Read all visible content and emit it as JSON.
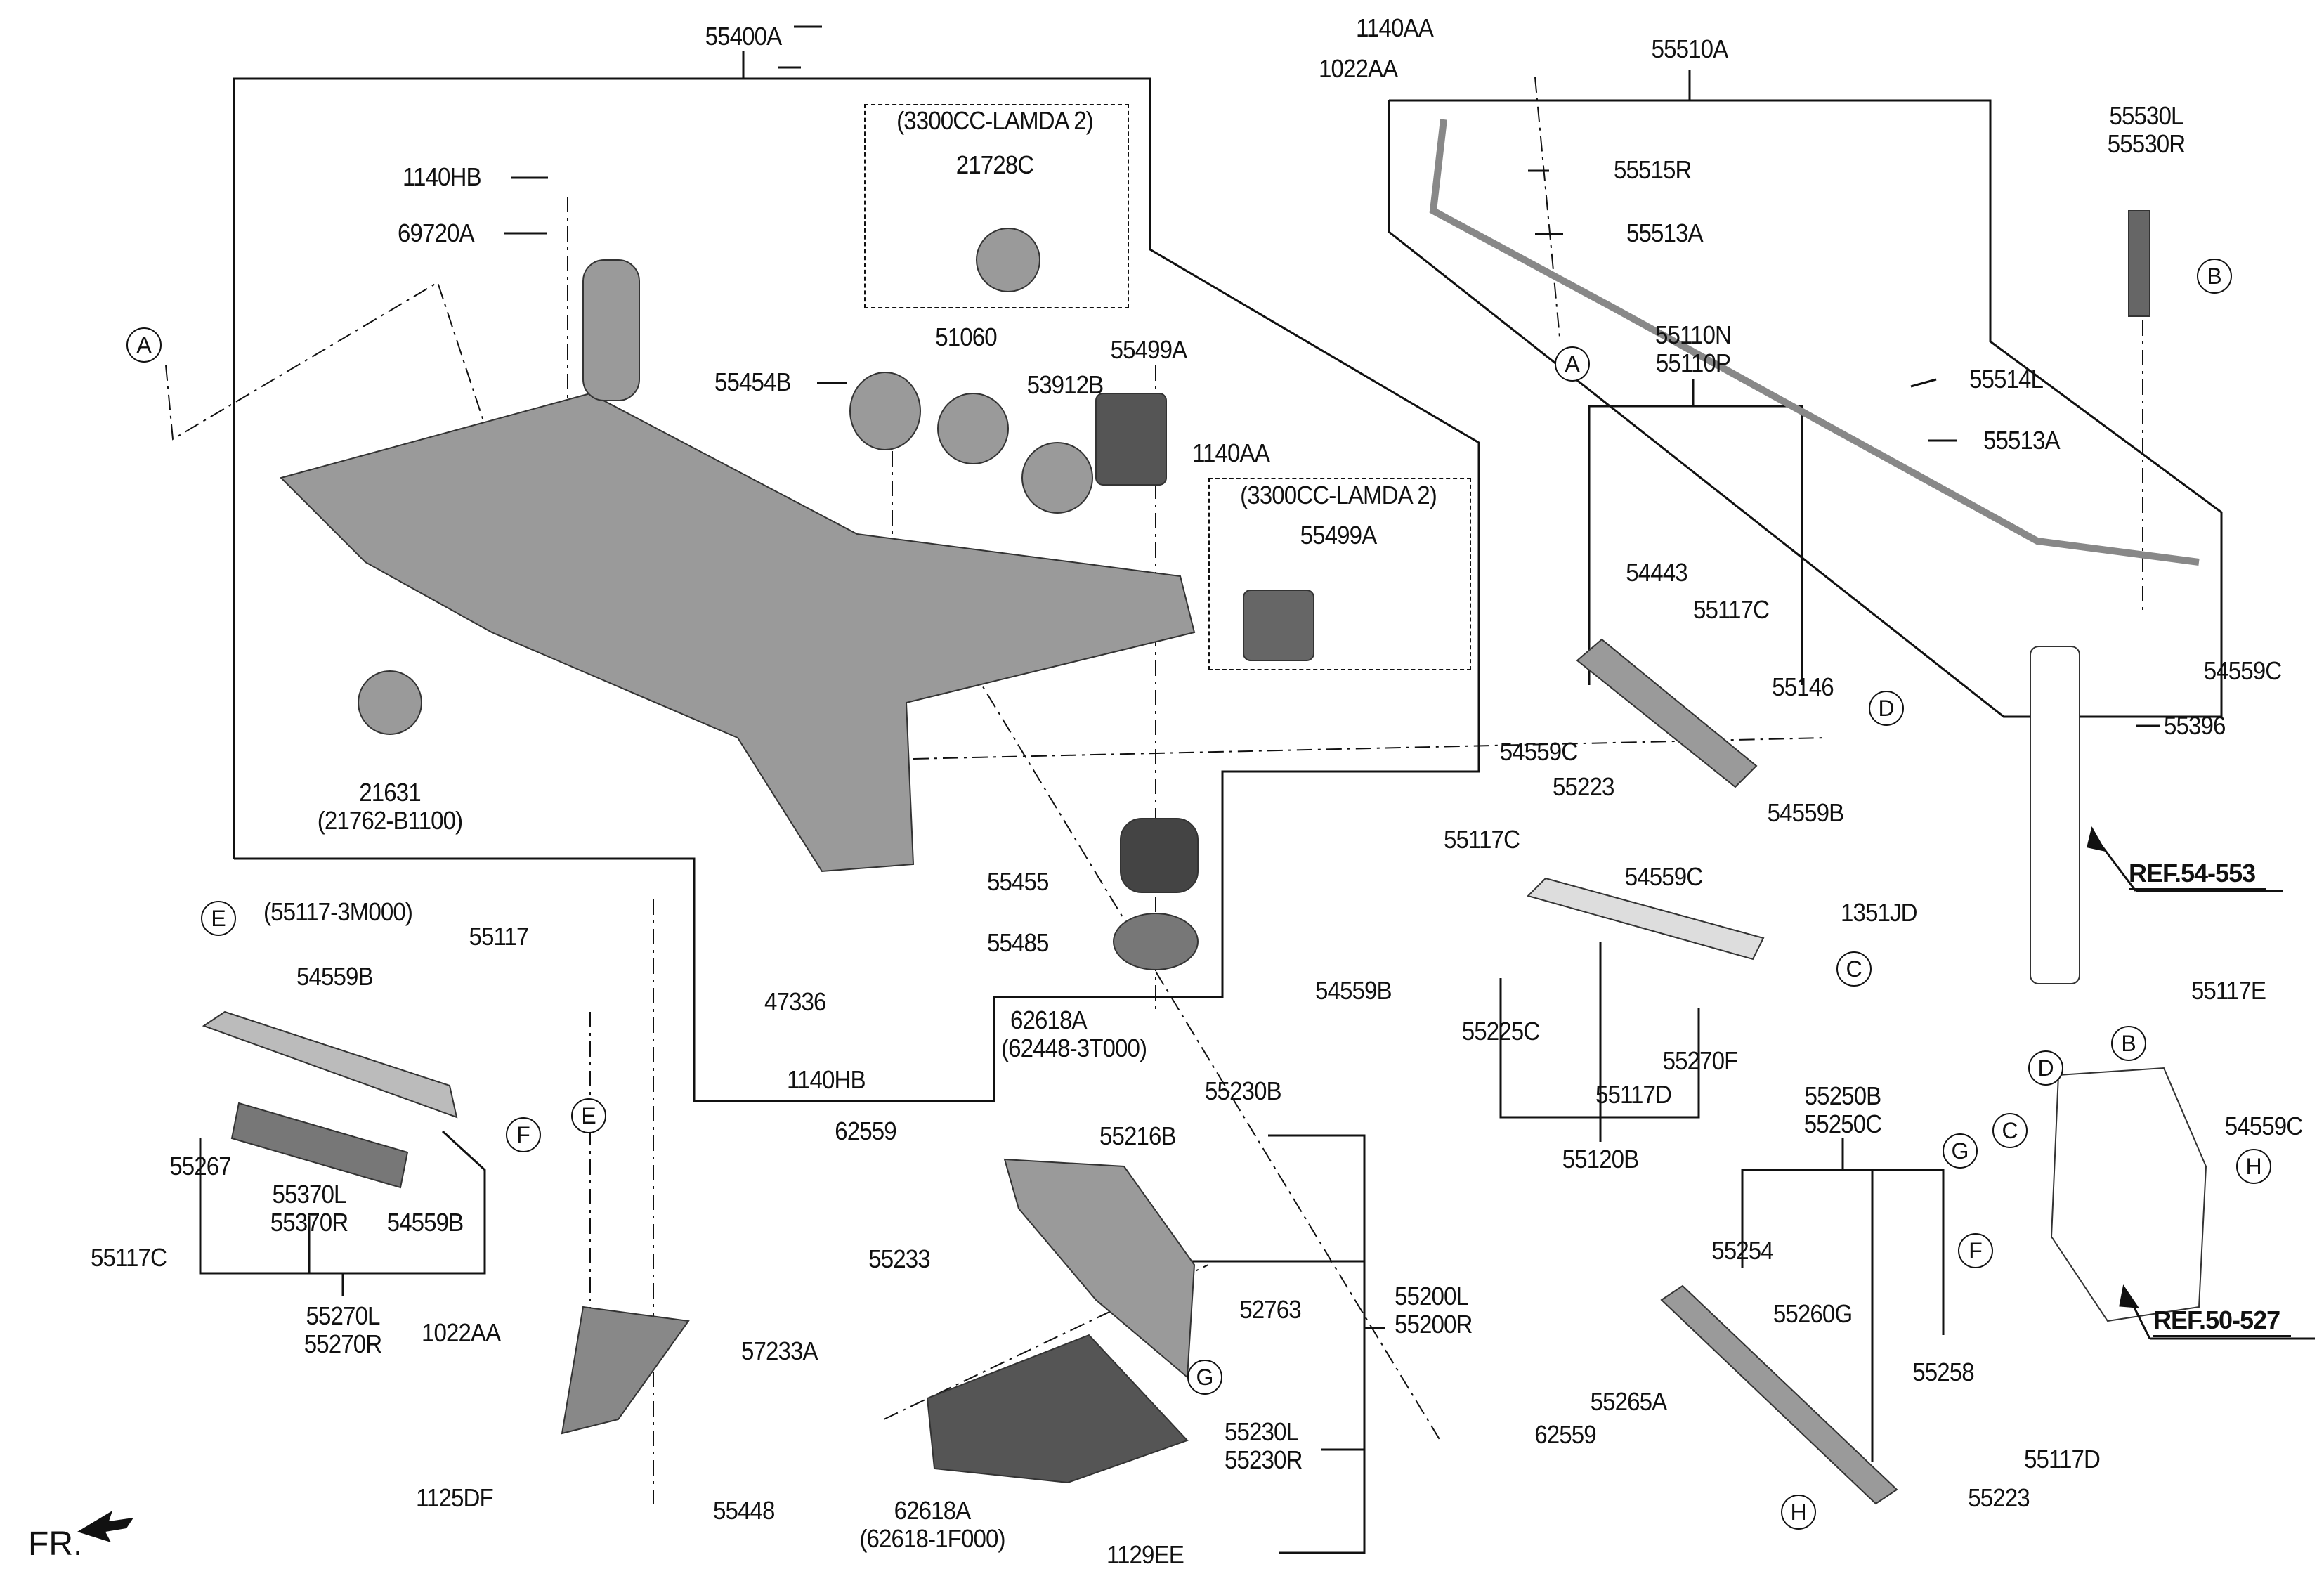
{
  "diagram": {
    "title": "Rear Suspension Crossmember / Control Arms",
    "front_indicator": "FR.",
    "references": [
      "REF.54-553",
      "REF.50-527"
    ],
    "callouts": [
      "A",
      "A",
      "B",
      "B",
      "C",
      "C",
      "D",
      "D",
      "E",
      "E",
      "F",
      "F",
      "G",
      "G",
      "H",
      "H"
    ],
    "variant_box_label": "(3300CC-LAMDA 2)",
    "labels": {
      "p55400A": "55400A",
      "p1140HB_top": "1140HB",
      "p69720A": "69720A",
      "p21728C": "21728C",
      "p51060": "51060",
      "p55454B": "55454B",
      "p53912B": "53912B",
      "p55499A": "55499A",
      "p1140AA_mid": "1140AA",
      "p55499A_alt": "55499A",
      "p21631": "21631",
      "p21631_alt": "(21762-B1100)",
      "p55455": "55455",
      "p55485": "55485",
      "p47336": "47336",
      "p62618A_top": "62618A",
      "p62618A_top_alt": "(62448-3T000)",
      "p1140HB_bot": "1140HB",
      "p1140AA_top": "1140AA",
      "p1022AA_top": "1022AA",
      "p55510A": "55510A",
      "p55515R": "55515R",
      "p55513A_1": "55513A",
      "p55514L": "55514L",
      "p55513A_2": "55513A",
      "p55530L": "55530L",
      "p55530R": "55530R",
      "p54559C_sw": "54559C",
      "p55396": "55396",
      "p55110N": "55110N",
      "p55110P": "55110P",
      "p54443": "54443",
      "p55117C_ua": "55117C",
      "p55146": "55146",
      "p54559C_ua": "54559C",
      "p55223_ua": "55223",
      "p54559B_ua": "54559B",
      "p55117C_tl": "55117C",
      "p54559C_tl": "54559C",
      "p1351JD": "1351JD",
      "p54559B_tl": "54559B",
      "p55225C": "55225C",
      "p55117D_tl": "55117D",
      "p55270F": "55270F",
      "p55120B": "55120B",
      "p55117E": "55117E",
      "p54559C_kn": "54559C",
      "p55250B": "55250B",
      "p55250C": "55250C",
      "p55254": "55254",
      "p55260G": "55260G",
      "p55265A": "55265A",
      "p62559_r": "62559",
      "p55258": "55258",
      "p55223_r": "55223",
      "p55117D_r": "55117D",
      "p55117_3M000": "(55117-3M000)",
      "p55117": "55117",
      "p54559B_l1": "54559B",
      "p55267": "55267",
      "p55370L": "55370L",
      "p55370R": "55370R",
      "p54559B_l2": "54559B",
      "p55117C_l": "55117C",
      "p55270L": "55270L",
      "p55270R": "55270R",
      "p1022AA_bot": "1022AA",
      "p57233A": "57233A",
      "p1125DF": "1125DF",
      "p55448": "55448",
      "p55230B": "55230B",
      "p62559_c": "62559",
      "p55216B": "55216B",
      "p55233": "55233",
      "p52763": "52763",
      "p55200L": "55200L",
      "p55200R": "55200R",
      "p55230L": "55230L",
      "p55230R": "55230R",
      "p62618A_bot": "62618A",
      "p62618A_bot_alt": "(62618-1F000)",
      "p1129EE": "1129EE"
    }
  }
}
